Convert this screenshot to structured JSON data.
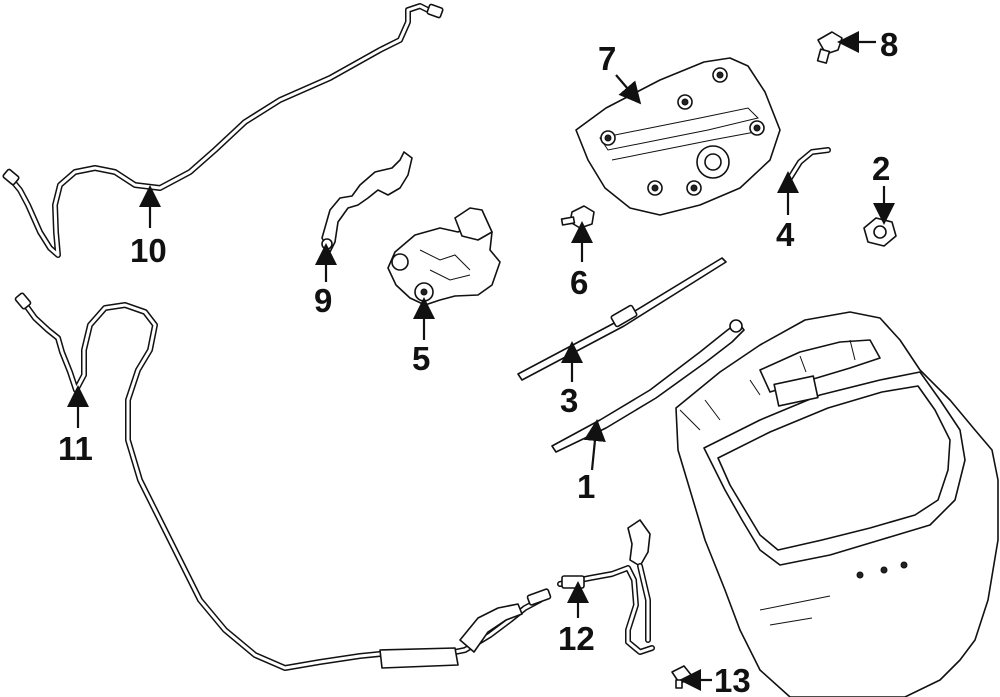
{
  "diagram": {
    "callouts": [
      {
        "id": "c1",
        "label": "1"
      },
      {
        "id": "c2",
        "label": "2"
      },
      {
        "id": "c3",
        "label": "3"
      },
      {
        "id": "c4",
        "label": "4"
      },
      {
        "id": "c5",
        "label": "5"
      },
      {
        "id": "c6",
        "label": "6"
      },
      {
        "id": "c7",
        "label": "7"
      },
      {
        "id": "c8",
        "label": "8"
      },
      {
        "id": "c9",
        "label": "9"
      },
      {
        "id": "c10",
        "label": "10"
      },
      {
        "id": "c11",
        "label": "11"
      },
      {
        "id": "c12",
        "label": "12"
      },
      {
        "id": "c13",
        "label": "13"
      }
    ]
  }
}
